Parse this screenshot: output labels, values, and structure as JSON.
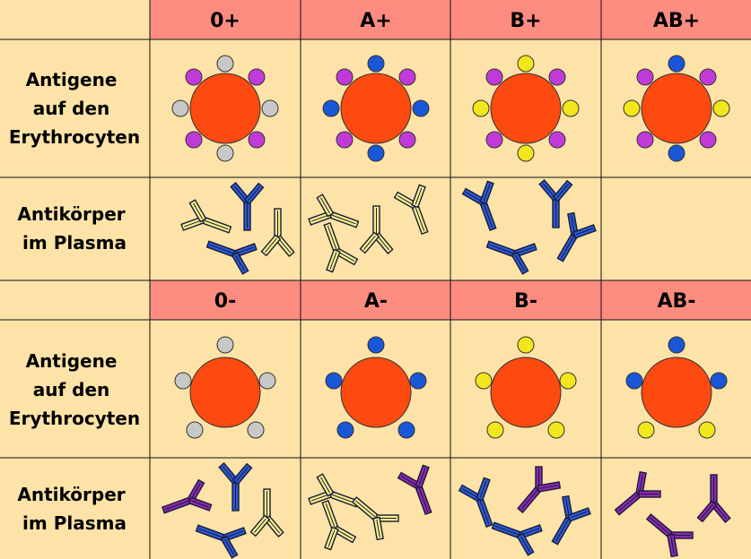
{
  "colors": {
    "background": "#fde3a7",
    "header_fill": "#fc8c80",
    "erythrocyte": "#fc4a10",
    "antigen_gray": "#c8c8c8",
    "antigen_magenta": "#c03ad8",
    "antigen_blue": "#1a56d8",
    "antigen_yellow": "#f2e61c",
    "antibody_yellow": "#f6f08a",
    "antibody_blue": "#2a5ad4",
    "antibody_purple": "#8a2ab0"
  },
  "rh_positive": {
    "groups": [
      "0+",
      "A+",
      "B+",
      "AB+"
    ],
    "antigen_label": [
      "Antigene",
      "auf den",
      "Erythrocyten"
    ],
    "antibody_label": [
      "Antikörper",
      "im Plasma"
    ],
    "antigens": [
      [
        "gray",
        "magenta",
        "gray",
        "magenta",
        "gray",
        "magenta",
        "gray",
        "magenta"
      ],
      [
        "blue",
        "magenta",
        "blue",
        "magenta",
        "blue",
        "magenta",
        "blue",
        "magenta"
      ],
      [
        "yellow",
        "magenta",
        "yellow",
        "magenta",
        "yellow",
        "magenta",
        "yellow",
        "magenta"
      ],
      [
        "blue",
        "magenta",
        "yellow",
        "magenta",
        "blue",
        "magenta",
        "yellow",
        "magenta"
      ]
    ],
    "antibodies": [
      [
        "yellow",
        "blue",
        "yellow",
        "blue"
      ],
      [
        "yellow",
        "yellow",
        "yellow",
        "yellow"
      ],
      [
        "blue",
        "blue",
        "blue",
        "blue"
      ],
      []
    ]
  },
  "rh_negative": {
    "groups": [
      "0-",
      "A-",
      "B-",
      "AB-"
    ],
    "antigen_label": [
      "Antigene",
      "auf den",
      "Erythrocyten"
    ],
    "antibody_label": [
      "Antikörper",
      "im Plasma"
    ],
    "antigens": [
      [
        "gray",
        "gray",
        "gray",
        "gray",
        "gray"
      ],
      [
        "blue",
        "blue",
        "blue",
        "blue",
        "blue"
      ],
      [
        "yellow",
        "yellow",
        "yellow",
        "yellow",
        "yellow"
      ],
      [
        "blue",
        "blue",
        "yellow",
        "yellow",
        "blue"
      ]
    ],
    "antibodies": [
      [
        "purple",
        "blue",
        "yellow",
        "blue"
      ],
      [
        "yellow",
        "yellow",
        "purple",
        "yellow"
      ],
      [
        "blue",
        "purple",
        "blue",
        "blue"
      ],
      [
        "purple",
        "purple",
        "purple"
      ]
    ]
  }
}
